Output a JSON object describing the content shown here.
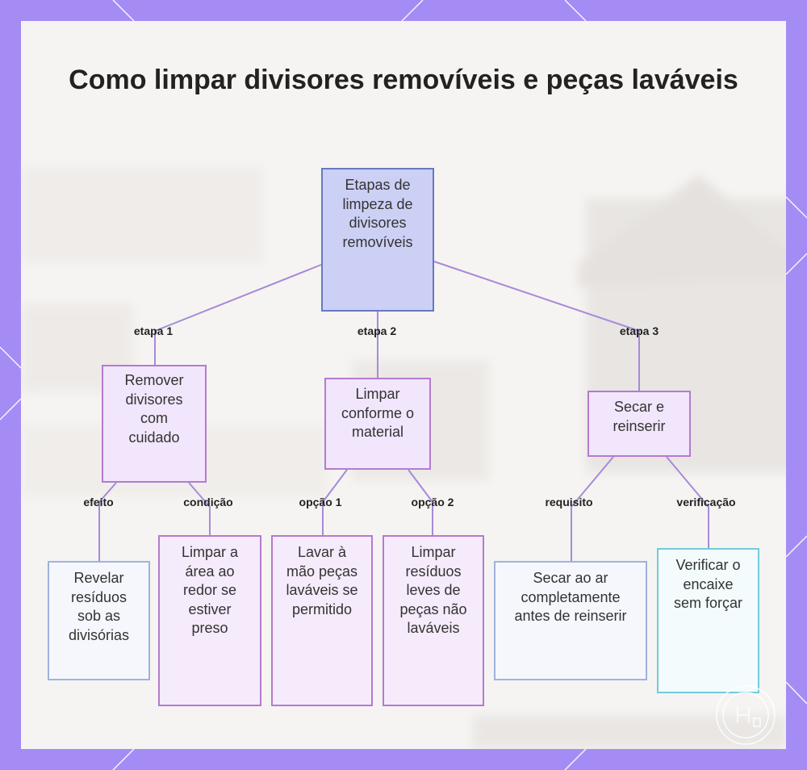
{
  "title": "Como limpar divisores removíveis e peças laváveis",
  "colors": {
    "frame": "#a48cf4",
    "root_fill": "#cdd0f5",
    "root_border": "#6878c4",
    "step_fill": "#f1e6fb",
    "step_border": "#b57ad0",
    "leaf_blue_border": "#9fb2de",
    "leaf_teal_border": "#72cbdc",
    "connector": "#a78ad8"
  },
  "root": {
    "label": "Etapas de limpeza de divisores removíveis"
  },
  "steps": [
    {
      "edge_label": "etapa 1",
      "label": "Remover divisores com cuidado"
    },
    {
      "edge_label": "etapa 2",
      "label": "Limpar conforme o material"
    },
    {
      "edge_label": "etapa 3",
      "label": "Secar e reinserir"
    }
  ],
  "leaves": [
    {
      "edge_label": "efeito",
      "label": "Revelar resíduos sob as divisórias"
    },
    {
      "edge_label": "condição",
      "label": "Limpar a área ao redor se estiver preso"
    },
    {
      "edge_label": "opção 1",
      "label": "Lavar à mão peças laváveis se permitido"
    },
    {
      "edge_label": "opção 2",
      "label": "Limpar resíduos leves de peças não laváveis"
    },
    {
      "edge_label": "requisito",
      "label": "Secar ao ar completamente antes de reinserir"
    },
    {
      "edge_label": "verificação",
      "label": "Verificar o encaixe sem forçar"
    }
  ]
}
